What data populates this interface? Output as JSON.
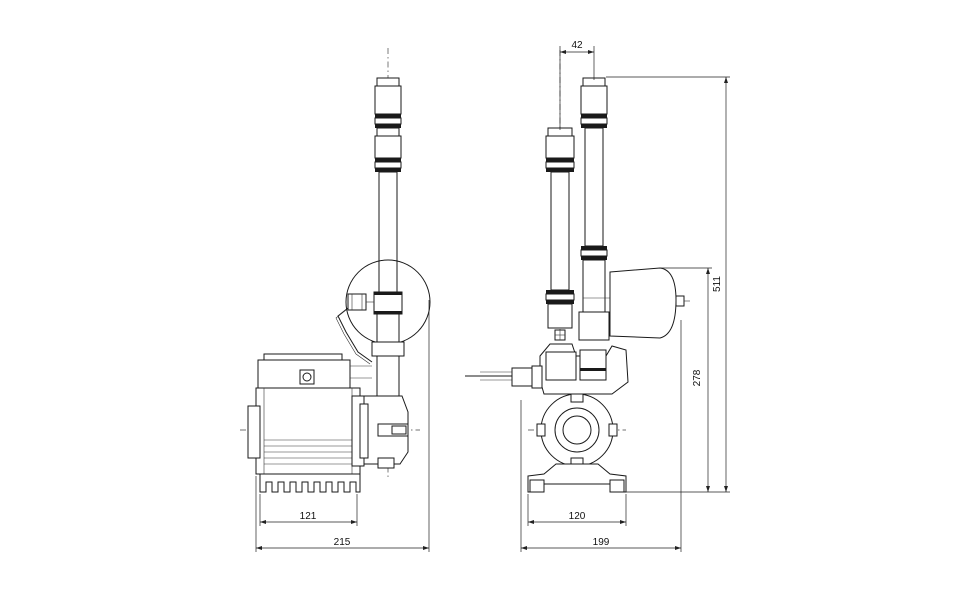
{
  "drawing": {
    "views": [
      "side-view",
      "front-view"
    ],
    "dimensions": {
      "side_width_motor": "121",
      "side_total_width": "215",
      "front_pipe_spacing": "42",
      "front_total_height": "511",
      "front_outlet_height": "278",
      "front_base_width": "120",
      "front_total_width": "199"
    }
  },
  "colors": {
    "line": "#1a1a1a",
    "background": "#ffffff"
  }
}
